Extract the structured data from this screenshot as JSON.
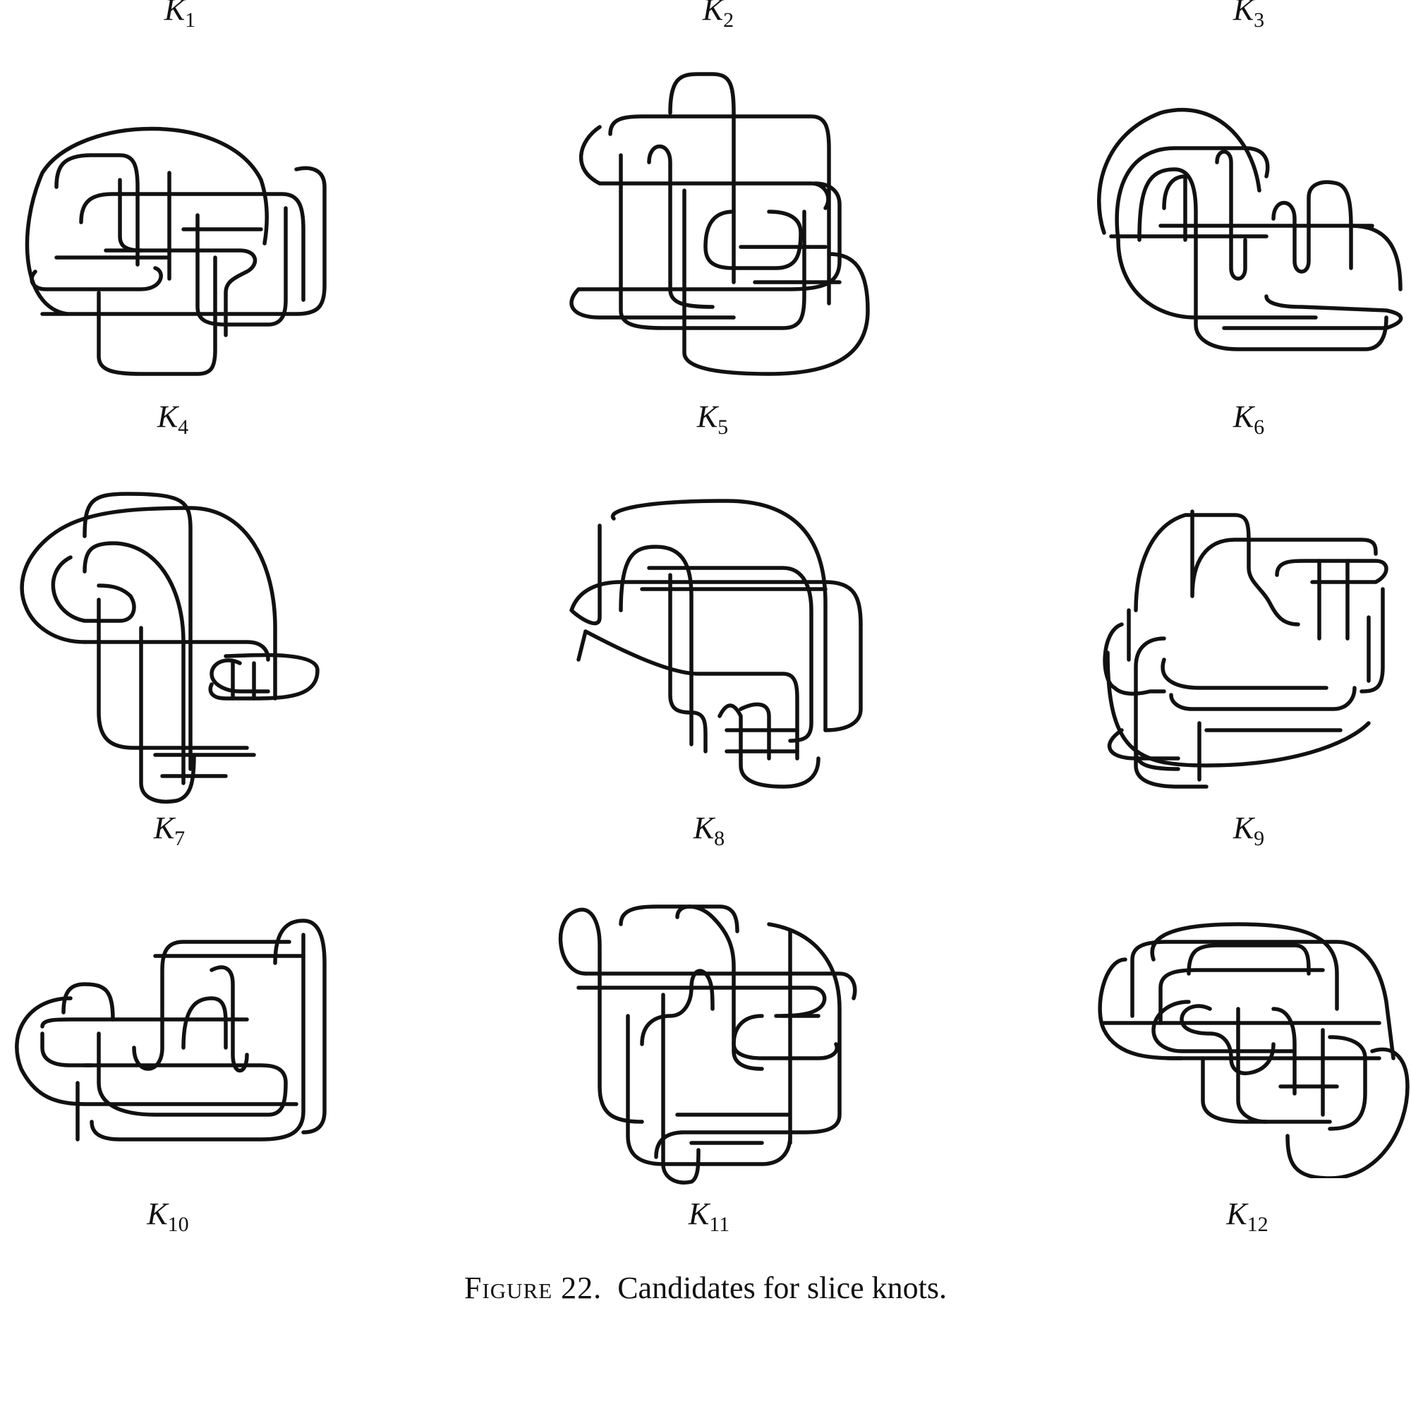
{
  "figure": {
    "caption_label": "Figure 22.",
    "caption_text": "Candidates for slice knots."
  },
  "knots": [
    {
      "letter": "K",
      "index": "1"
    },
    {
      "letter": "K",
      "index": "2"
    },
    {
      "letter": "K",
      "index": "3"
    },
    {
      "letter": "K",
      "index": "4"
    },
    {
      "letter": "K",
      "index": "5"
    },
    {
      "letter": "K",
      "index": "6"
    },
    {
      "letter": "K",
      "index": "7"
    },
    {
      "letter": "K",
      "index": "8"
    },
    {
      "letter": "K",
      "index": "9"
    },
    {
      "letter": "K",
      "index": "10"
    },
    {
      "letter": "K",
      "index": "11"
    },
    {
      "letter": "K",
      "index": "12"
    }
  ]
}
